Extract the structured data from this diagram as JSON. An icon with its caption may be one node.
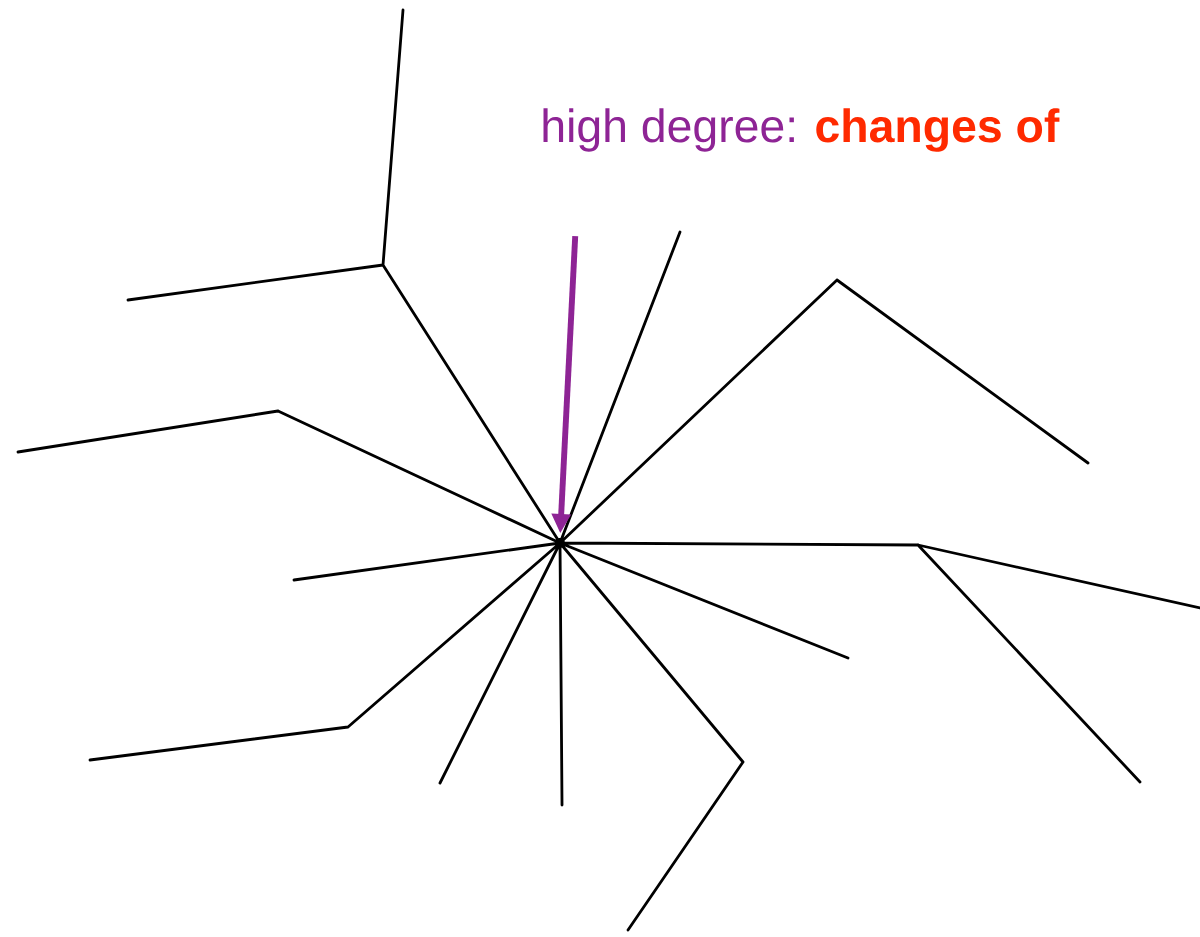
{
  "diagram": {
    "nodes": [
      {
        "text": [
          "high degree:",
          "changes of"
        ]
      },
      {
        "text": [],
        "shape": "point"
      }
    ],
    "edges": [
      {
        "from": 0,
        "to": 1,
        "arrow": "to",
        "color": "#8e2495"
      }
    ]
  }
}
